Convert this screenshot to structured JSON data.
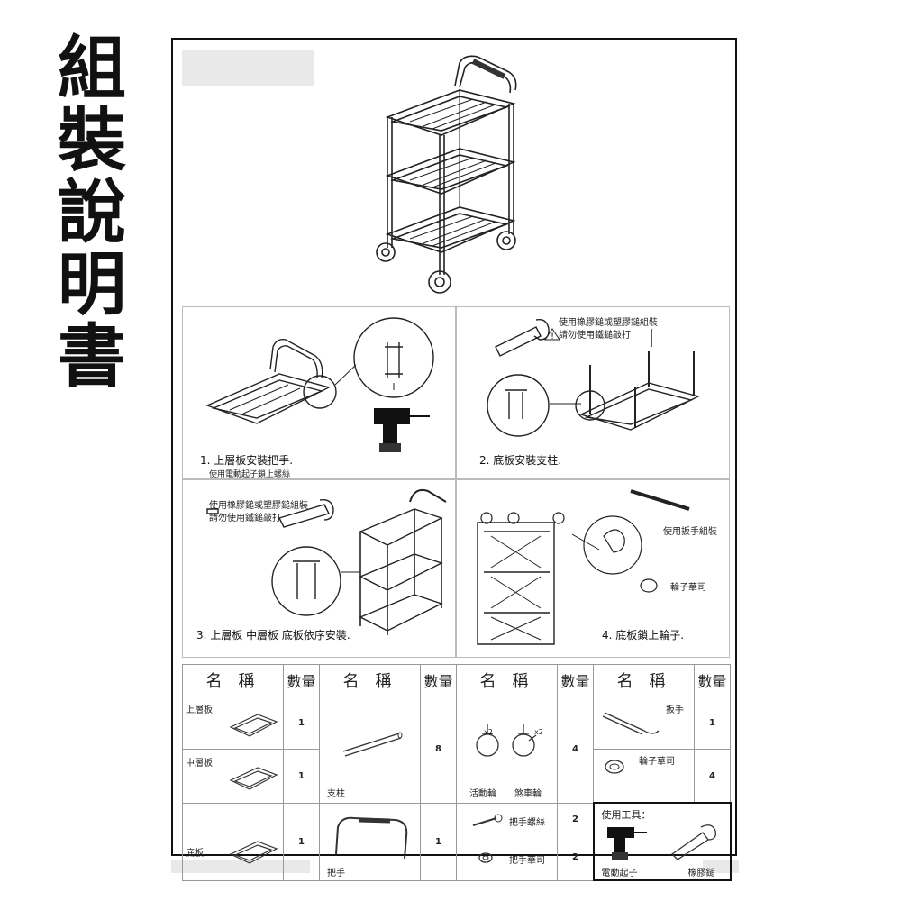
{
  "title_chars": [
    "組",
    "裝",
    "說",
    "明",
    "書"
  ],
  "steps": [
    {
      "label": "1. 上層板安裝把手.",
      "note": "使用電動起子鎖上螺絲"
    },
    {
      "label": "2. 底板安裝支柱.",
      "note_line1": "使用橡膠鎚或塑膠鎚組裝",
      "note_line2": "請勿使用鐵鎚敲打"
    },
    {
      "label": "3. 上層板 中層板 底板依序安裝.",
      "note_line1": "使用橡膠鎚或塑膠鎚組裝",
      "note_line2": "請勿使用鐵鎚敲打"
    },
    {
      "label": "4. 底板鎖上輪子.",
      "note_wrench": "使用扳手組裝",
      "note_washer": "輪子華司"
    }
  ],
  "table": {
    "headers": [
      "名 稱",
      "數量",
      "名 稱",
      "數量",
      "名 稱",
      "數量",
      "名 稱",
      "數量"
    ],
    "col1": [
      {
        "name": "上層板",
        "qty": "1"
      },
      {
        "name": "中層板",
        "qty": "1"
      },
      {
        "name": "底板",
        "qty": "1"
      }
    ],
    "col2": [
      {
        "name": "支柱",
        "qty": "8"
      },
      {
        "name": "把手",
        "qty": "1"
      }
    ],
    "col3": {
      "caster_x2_a": "x2",
      "caster_x2_b": "x2",
      "caster_free": "活動輪",
      "caster_brake": "煞車輪",
      "caster_qty": "4",
      "screw": "把手螺絲",
      "screw_qty": "2",
      "washer": "把手華司",
      "washer_qty": "2"
    },
    "col4": {
      "wrench": "扳手",
      "wrench_qty": "1",
      "wheel_washer": "輪子華司",
      "wheel_washer_qty": "4",
      "tools_label": "使用工具：",
      "drill": "電動起子",
      "mallet": "橡膠鎚"
    }
  }
}
